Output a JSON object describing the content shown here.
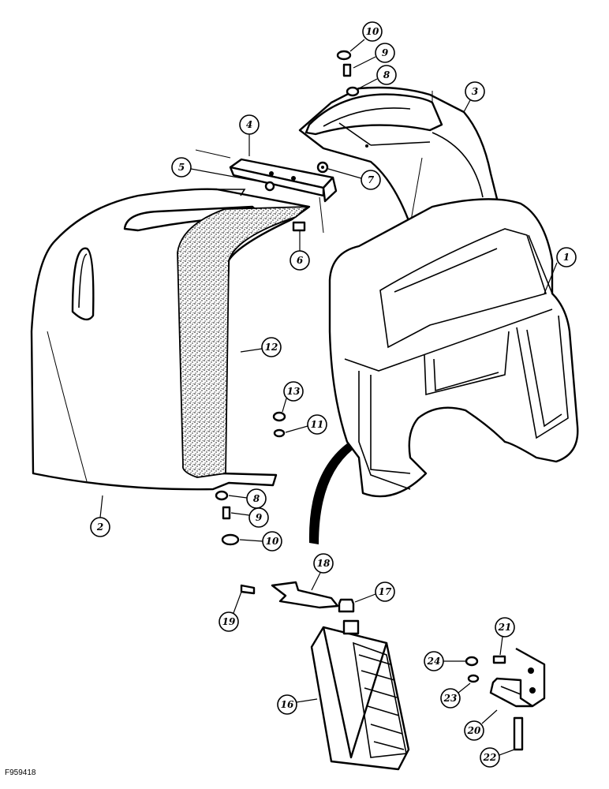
{
  "figure": {
    "id_code": "F959418"
  },
  "callouts": [
    {
      "key": "c1",
      "label": "1"
    },
    {
      "key": "c2",
      "label": "2"
    },
    {
      "key": "c3",
      "label": "3"
    },
    {
      "key": "c4",
      "label": "4"
    },
    {
      "key": "c5",
      "label": "5"
    },
    {
      "key": "c6",
      "label": "6"
    },
    {
      "key": "c7",
      "label": "7"
    },
    {
      "key": "c8a",
      "label": "8"
    },
    {
      "key": "c9a",
      "label": "9"
    },
    {
      "key": "c10a",
      "label": "10"
    },
    {
      "key": "c8b",
      "label": "8"
    },
    {
      "key": "c9b",
      "label": "9"
    },
    {
      "key": "c10b",
      "label": "10"
    },
    {
      "key": "c11",
      "label": "11"
    },
    {
      "key": "c12",
      "label": "12"
    },
    {
      "key": "c13",
      "label": "13"
    },
    {
      "key": "c16",
      "label": "16"
    },
    {
      "key": "c17",
      "label": "17"
    },
    {
      "key": "c18",
      "label": "18"
    },
    {
      "key": "c19",
      "label": "19"
    },
    {
      "key": "c20",
      "label": "20"
    },
    {
      "key": "c21",
      "label": "21"
    },
    {
      "key": "c22",
      "label": "22"
    },
    {
      "key": "c23",
      "label": "23"
    },
    {
      "key": "c24",
      "label": "24"
    }
  ]
}
